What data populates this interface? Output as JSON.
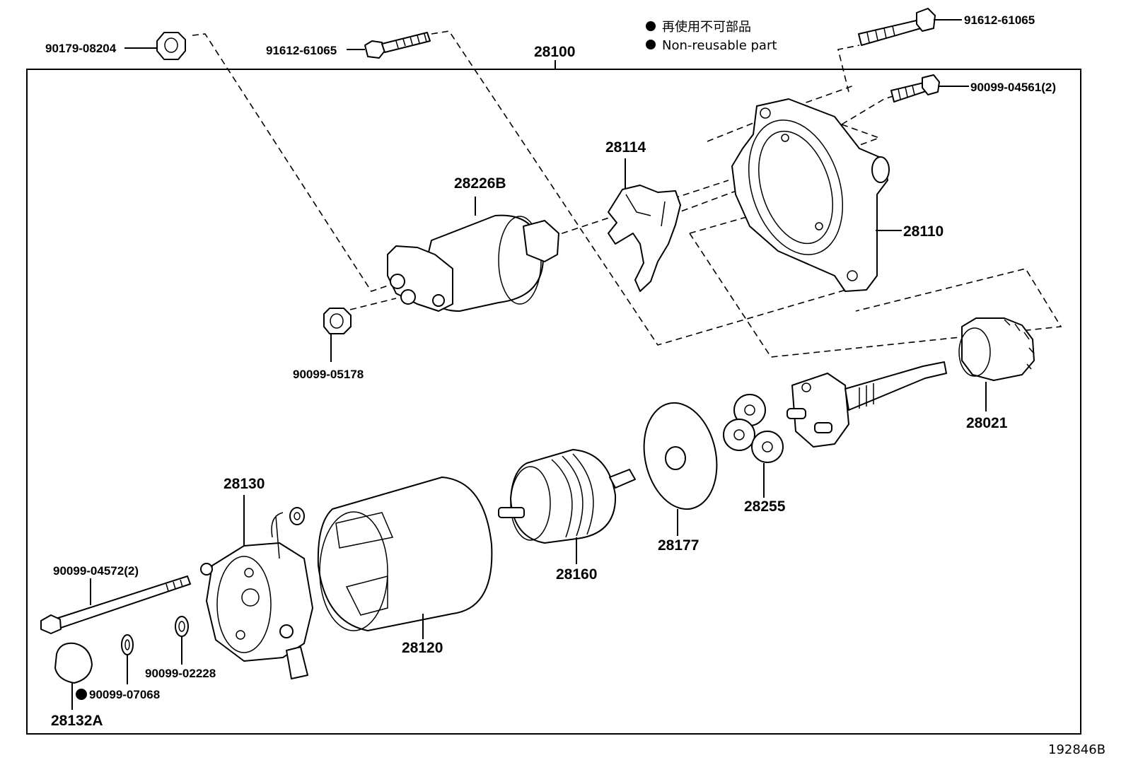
{
  "legend": {
    "jp": "再使用不可部品",
    "en": "Non-reusable part"
  },
  "diagram_id": "192846B",
  "labels": {
    "p90179_08204": "90179-08204",
    "p91612_61065_left": "91612-61065",
    "p28100": "28100",
    "p91612_61065_right": "91612-61065",
    "p90099_04561": "90099-04561(2)",
    "p28114": "28114",
    "p28226B": "28226B",
    "p28110": "28110",
    "p90099_05178": "90099-05178",
    "p28021": "28021",
    "p28255": "28255",
    "p28177": "28177",
    "p28160": "28160",
    "p28130": "28130",
    "p28120": "28120",
    "p90099_04572": "90099-04572(2)",
    "p90099_02228": "90099-02228",
    "p90099_07068": "90099-07068",
    "p28132A": "28132A"
  }
}
